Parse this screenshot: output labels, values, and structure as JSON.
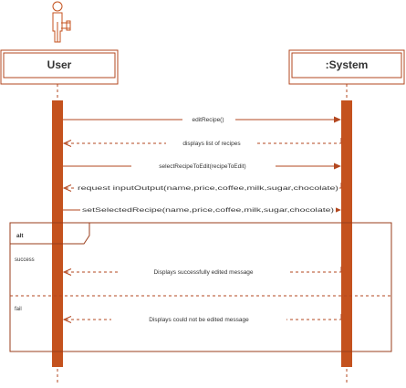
{
  "colors": {
    "line": "#b3471f",
    "activation": "#c4521e",
    "text": "#333333",
    "frame": "#9a3d1b"
  },
  "lifelines": {
    "user": {
      "label": "User",
      "icon": "actor-stick-figure"
    },
    "system": {
      "label": ":System"
    }
  },
  "messages": [
    {
      "label": "editRecipe()",
      "direction": "to-system",
      "style": "solid"
    },
    {
      "label": "displays list of recipes",
      "direction": "to-user",
      "style": "dashed"
    },
    {
      "label": "selectRecipeToEdit(recipeToEdit)",
      "direction": "to-system",
      "style": "solid"
    },
    {
      "label": "request inputOutput(name,price,coffee,milk,sugar,chocolate)",
      "direction": "to-user",
      "style": "dashed"
    },
    {
      "label": "setSelectedRecipe(name,price,coffee,milk,sugar,chocolate)",
      "direction": "to-system",
      "style": "solid"
    }
  ],
  "alt_fragment": {
    "label": "alt",
    "operands": [
      {
        "guard": "success",
        "message": "Displays successfully edited message",
        "direction": "to-user",
        "style": "dashed"
      },
      {
        "guard": "fail",
        "message": "Displays could not be edited message",
        "direction": "to-user",
        "style": "dashed"
      }
    ]
  }
}
